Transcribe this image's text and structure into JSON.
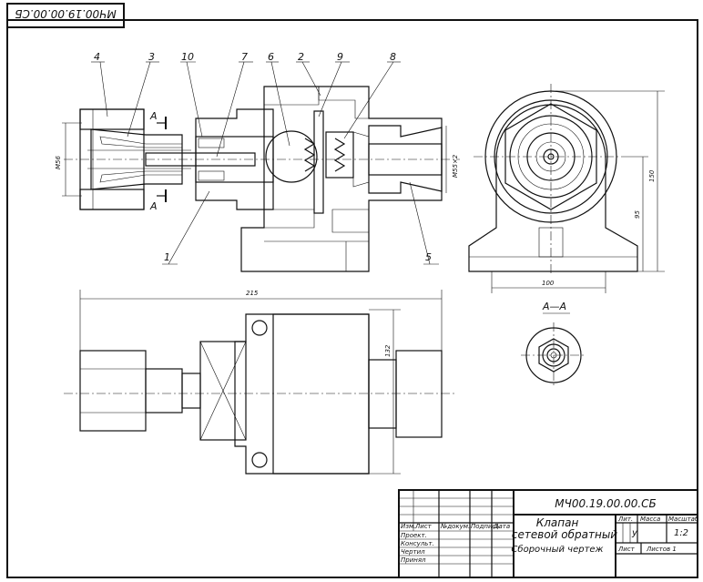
{
  "stamp": {
    "designation_rotated": "МЧ00.19.00.00.СБ"
  },
  "callouts": [
    "1",
    "2",
    "3",
    "4",
    "5",
    "6",
    "7",
    "8",
    "9",
    "10"
  ],
  "section_marks": {
    "cut": "А",
    "view_title": "А—А"
  },
  "dimensions": {
    "thread_left": "М56",
    "thread_right": "М55×2",
    "height_total": "150",
    "height_axis": "95",
    "width_side": "100",
    "length_total": "215",
    "width_plan": "132"
  },
  "title_block": {
    "designation": "МЧ00.19.00.00.СБ",
    "name_line1": "Клапан",
    "name_line2": "сетевой обратный",
    "doc_type": "Сборочный чертеж",
    "col_izm": "Изм.",
    "col_list": "Лист",
    "col_ndoc": "№докум.",
    "col_podp": "Подпись",
    "col_data": "Дата",
    "row_razrab": "Проект.",
    "row_konsult": "Консульт.",
    "row_chertil": "Чертил",
    "row_prinyal": "Принял",
    "lit": "Лит.",
    "lit_value": "у",
    "massa": "Масса",
    "masshtab": "Масштаб",
    "scale_value": "1:2",
    "list": "Лист",
    "listov": "Листов 1"
  }
}
